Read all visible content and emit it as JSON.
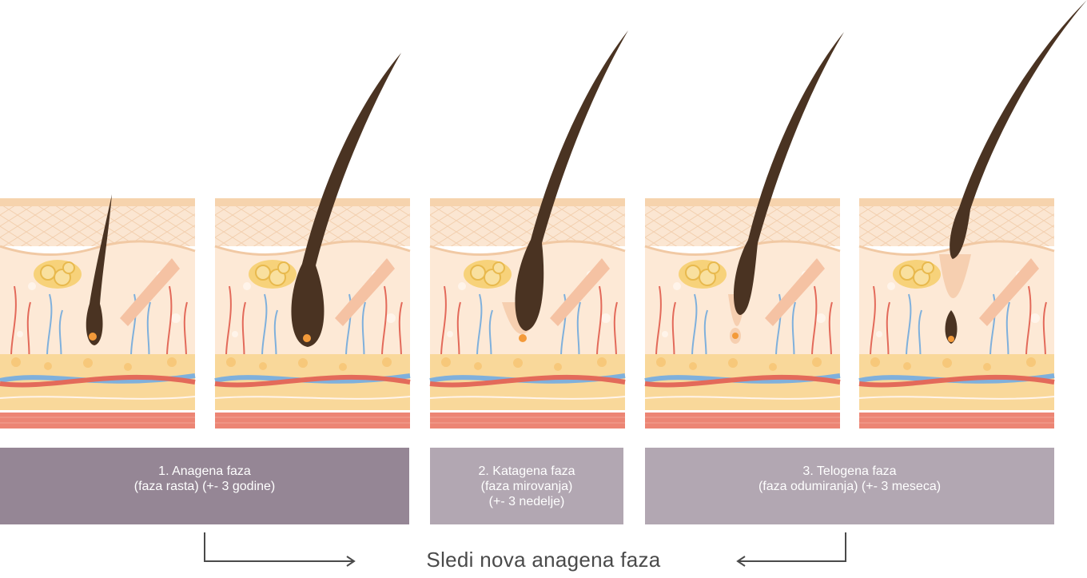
{
  "phases": [
    {
      "title": "1. Anagena faza",
      "lines": [
        "(faza rasta) (+- 3 godine)"
      ]
    },
    {
      "title": "2. Katagena faza",
      "lines": [
        "(faza mirovanja)",
        "(+- 3 nedelje)"
      ]
    },
    {
      "title": "3. Telogena faza",
      "lines": [
        "(faza odumiranja) (+- 3 meseca)"
      ]
    }
  ],
  "footer": {
    "next_phase": "Sledi nova anagena faza"
  },
  "colors": {
    "box_anagen": "#958695",
    "box_other": "#b2a7b2",
    "hair": "#4a3322",
    "skin_light": "#fbe3cc",
    "vein": "#7fb0dc",
    "artery": "#e36a5a",
    "fat": "#f7c87a"
  }
}
